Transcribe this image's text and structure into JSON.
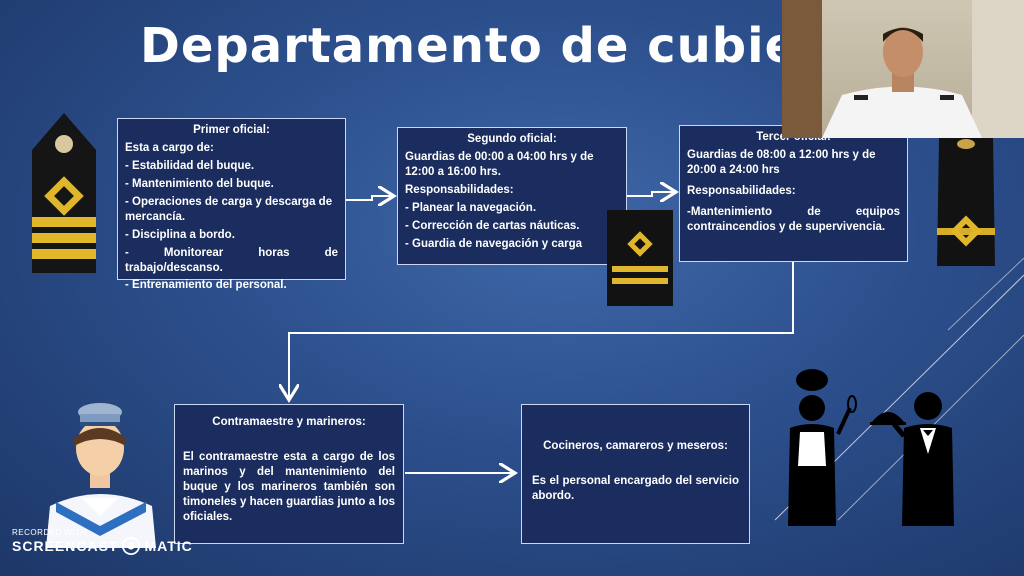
{
  "title": "Departamento de cubiert",
  "boxes": {
    "primer": {
      "title": "Primer oficial:",
      "lines": [
        "Esta a cargo de:",
        "- Estabilidad del buque.",
        "- Mantenimiento del buque.",
        "- Operaciones de carga y descarga de mercancía.",
        "- Disciplina a bordo.",
        "- Monitorear horas de trabajo/descanso.",
        "- Entrenamiento del personal."
      ]
    },
    "segundo": {
      "title": "Segundo oficial:",
      "lines": [
        "Guardias de 00:00 a 04:00 hrs y de 12:00 a 16:00 hrs.",
        "Responsabilidades:",
        "- Planear la navegación.",
        "- Corrección de cartas náuticas.",
        "- Guardia de navegación y carga"
      ]
    },
    "tercero": {
      "title": "Tercer oficial:",
      "lines": [
        "Guardias de 08:00 a 12:00 hrs y de 20:00 a 24:00 hrs",
        "Responsabilidades:",
        "-Mantenimiento de equipos contraincendios y de supervivencia."
      ]
    },
    "contramaestre": {
      "title": "Contramaestre y marineros:",
      "lines": [
        "El contramaestre esta a cargo de los marinos y del mantenimiento del buque y los marineros también son timoneles y hacen guardias junto a los oficiales."
      ]
    },
    "cocineros": {
      "title": "Cocineros, camareros y meseros:",
      "lines": [
        "Es el personal encargado del servicio abordo."
      ]
    }
  },
  "watermark": {
    "top": "RECORDED WITH",
    "bottom_left": "SCREENCAST",
    "bottom_right": "MATIC"
  },
  "colors": {
    "box_fill": "#1b2d5e",
    "box_border": "#c9d7f2",
    "gold": "#e0b62a",
    "epaulette": "#161616"
  }
}
